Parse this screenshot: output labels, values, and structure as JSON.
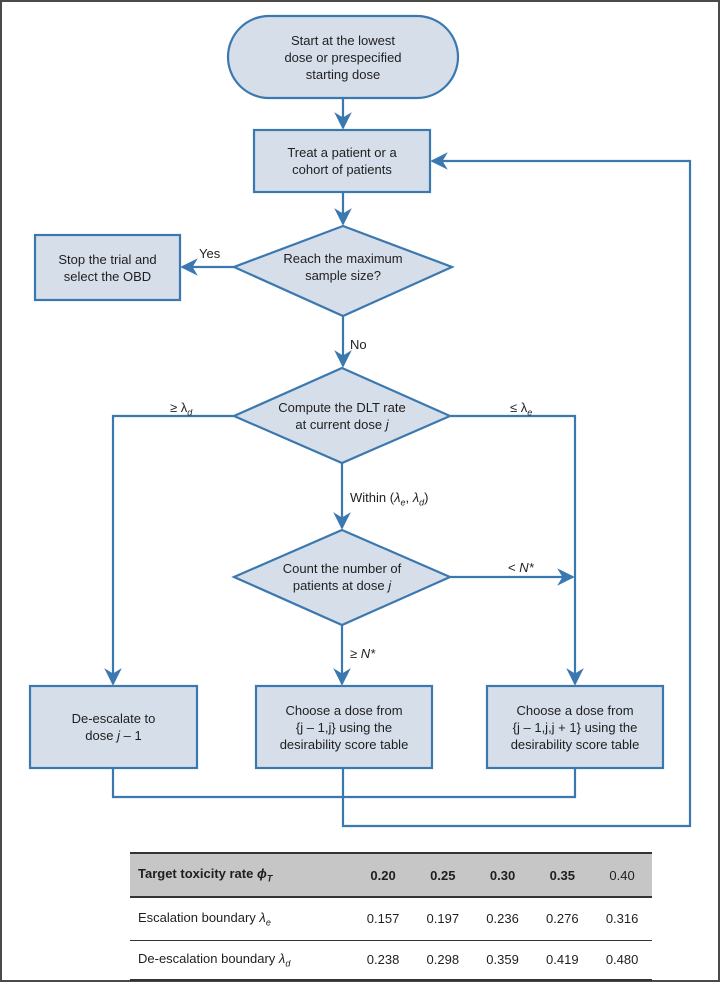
{
  "flowchart": {
    "colors": {
      "stroke": "#3b78b0",
      "fill": "#d6deea",
      "frame": "#4a4a4a",
      "table_header_bg": "#c6c6c6"
    },
    "nodes": {
      "start": {
        "lines": [
          "Start at the lowest",
          "dose or prespecified",
          "starting dose"
        ]
      },
      "treat": {
        "lines": [
          "Treat a patient or a",
          "cohort of patients"
        ]
      },
      "reach_max": {
        "lines": [
          "Reach the maximum",
          "sample size?"
        ]
      },
      "stop": {
        "lines": [
          "Stop the trial and",
          "select the OBD"
        ]
      },
      "compute_dlt": {
        "line1": "Compute the DLT rate",
        "line2_prefix": "at current dose ",
        "line2_var": "j"
      },
      "count_patients": {
        "line1": "Count the number of",
        "line2_prefix": "patients at dose ",
        "line2_var": "j"
      },
      "deescalate": {
        "line1": "De-escalate to",
        "line2_prefix": "dose ",
        "line2_var": "j",
        "line2_suffix": " – 1"
      },
      "choose_two": {
        "line1": "Choose a dose from",
        "line2": "{j – 1,j} using the",
        "line3": "desirability score table"
      },
      "choose_three": {
        "line1": "Choose a dose from",
        "line2": "{j – 1,j,j + 1} using the",
        "line3": "desirability score table"
      }
    },
    "edge_labels": {
      "yes": "Yes",
      "no": "No",
      "ge_lambda_d_sym": "≥ λ",
      "ge_lambda_d_sub": "d",
      "le_lambda_e_sym": "≤ λ",
      "le_lambda_e_sub": "e",
      "within_prefix": "Within (",
      "within_l1": "λ",
      "within_s1": "e",
      "within_mid": ", ",
      "within_l2": "λ",
      "within_s2": "d",
      "within_suffix": ")",
      "lt_n_sym": "< ",
      "lt_n_var": "N*",
      "ge_n_sym": "≥ ",
      "ge_n_var": "N*"
    }
  },
  "table": {
    "header": {
      "label": "Target toxicity rate ",
      "label_sym": "ϕ",
      "label_sub": "T",
      "values": [
        "0.20",
        "0.25",
        "0.30",
        "0.35",
        "0.40"
      ]
    },
    "rows": [
      {
        "label": "Escalation boundary ",
        "sym": "λ",
        "sub": "e",
        "values": [
          "0.157",
          "0.197",
          "0.236",
          "0.276",
          "0.316"
        ]
      },
      {
        "label": "De-escalation boundary ",
        "sym": "λ",
        "sub": "d",
        "values": [
          "0.238",
          "0.298",
          "0.359",
          "0.419",
          "0.480"
        ]
      }
    ]
  }
}
